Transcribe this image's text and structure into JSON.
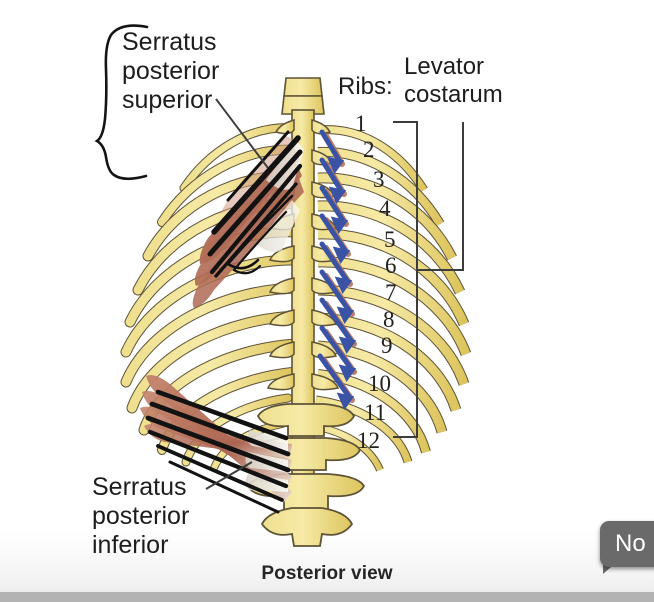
{
  "figure": {
    "caption": "Posterior view",
    "view": "Posterior view",
    "subject": "Thoracic cage and deep back muscles",
    "labels": {
      "serratus_posterior_superior": "Serratus\nposterior\nsuperior",
      "serratus_posterior_inferior": "Serratus\nposterior\ninferior",
      "ribs_header": "Ribs:",
      "levator_costarum": "Levator\ncostarum"
    },
    "rib_numbers": [
      "1",
      "2",
      "3",
      "4",
      "5",
      "6",
      "7",
      "8",
      "9",
      "10",
      "11",
      "12"
    ],
    "colors": {
      "bone": "#f2e08a",
      "bone_shadow": "#e3cc63",
      "bone_outline": "#5e5237",
      "muscle_red": "#b5715a",
      "muscle_red_dark": "#9c5844",
      "arrow_blue": "#3a53a4",
      "tendon_white": "#f0efe9",
      "ink_black": "#151515",
      "label_text": "#1d1d1d",
      "background": "#ffffff",
      "tooltip_bg": "#6a6a6a",
      "bottom_bar": "#b3b3b3"
    },
    "annotations": {
      "sps_bracket": "left curly bracket enclosing serratus posterior superior label",
      "levator_bracket": "right square bracket spanning ribs 1 through 12",
      "leader_lines": 2
    }
  },
  "overlay": {
    "tooltip_text": "No",
    "tooltip_truncated": true
  }
}
